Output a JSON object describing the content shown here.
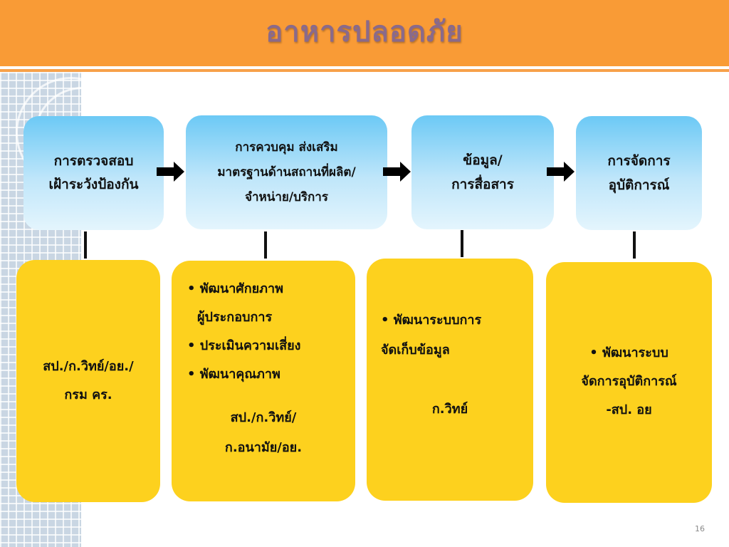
{
  "title": "อาหารปลอดภัย",
  "page_number": "16",
  "top_boxes": [
    {
      "lines": [
        "การตรวจสอบ",
        "เฝ้าระวังป้องกัน"
      ]
    },
    {
      "lines": [
        "การควบคุม ส่งเสริม",
        "มาตรฐานด้านสถานที่ผลิต/",
        "จำหน่าย/บริการ"
      ]
    },
    {
      "lines": [
        "ข้อมูล/",
        "การสื่อสาร"
      ]
    },
    {
      "lines": [
        "การจัดการ",
        "อุบัติการณ์"
      ]
    }
  ],
  "bottom_boxes": [
    {
      "agency": [
        "สป./ก.วิทย์/อย./",
        "กรม คร."
      ]
    },
    {
      "bullets": [
        "• พัฒนาศักยภาพ",
        "ผู้ประกอบการ",
        "• ประเมินความเสี่ยง",
        "• พัฒนาคุณภาพ"
      ],
      "agency": [
        "สป./ก.วิทย์/",
        "ก.อนามัย/อย."
      ]
    },
    {
      "bullets": [
        "• พัฒนาระบบการ",
        "จัดเก็บข้อมูล"
      ],
      "agency": [
        "ก.วิทย์"
      ]
    },
    {
      "bullets": [
        "• พัฒนาระบบ",
        "จัดการอุบัติการณ์"
      ],
      "agency": [
        "-สป. อย"
      ]
    }
  ]
}
